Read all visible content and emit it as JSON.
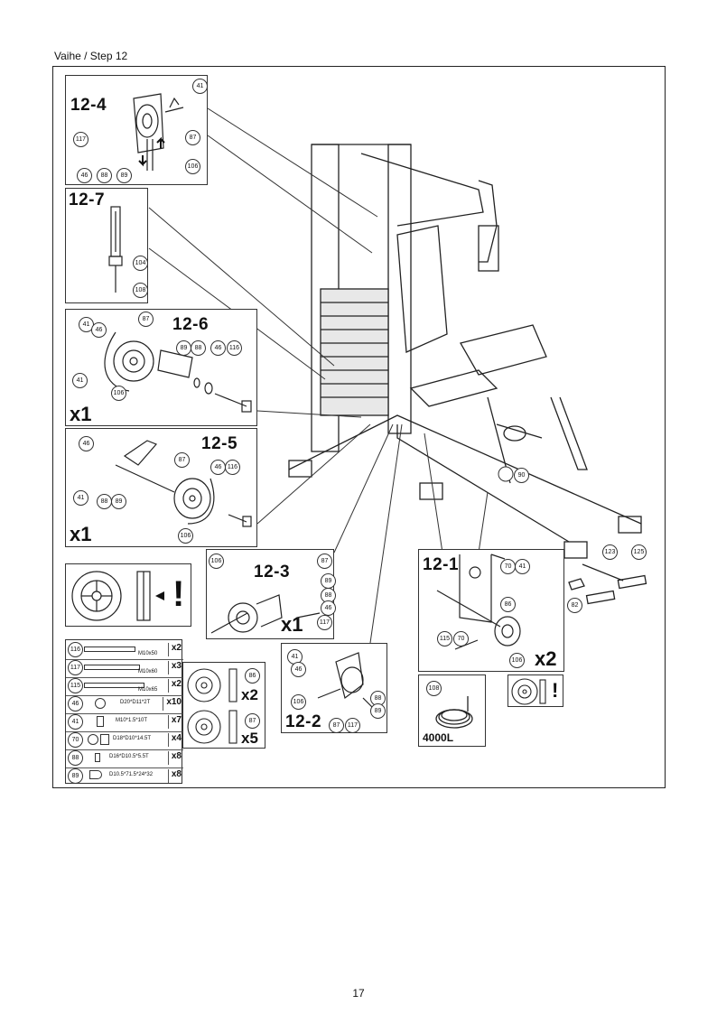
{
  "header": {
    "step_title": "Vaihe / Step 12"
  },
  "panels": {
    "p12_4": {
      "label": "12-4",
      "callouts": [
        "41",
        "117",
        "87",
        "46",
        "88",
        "89",
        "106"
      ]
    },
    "p12_7": {
      "label": "12-7",
      "callouts": [
        "104",
        "108"
      ]
    },
    "p12_6": {
      "label": "12-6",
      "multiplier": "x1",
      "callouts": [
        "41",
        "87",
        "46",
        "88",
        "89",
        "46",
        "116",
        "106"
      ]
    },
    "p12_5": {
      "label": "12-5",
      "multiplier": "x1",
      "callouts": [
        "46",
        "41",
        "88",
        "89",
        "87",
        "46",
        "116",
        "106"
      ]
    },
    "p12_3": {
      "label": "12-3",
      "multiplier": "x1",
      "callouts": [
        "106",
        "87",
        "89",
        "88",
        "46",
        "117"
      ]
    },
    "p12_2": {
      "label": "12-2",
      "callouts": [
        "41",
        "46",
        "106",
        "88",
        "89",
        "87",
        "117"
      ]
    },
    "p12_1": {
      "label": "12-1",
      "multiplier": "x2",
      "callouts": [
        "70",
        "41",
        "86",
        "115",
        "70",
        "106"
      ]
    },
    "cable": {
      "callout": "108",
      "length": "4000L"
    },
    "pulley_x2": {
      "callout": "86",
      "multiplier": "x2"
    },
    "pulley_x5": {
      "callout": "87",
      "multiplier": "x5"
    },
    "machine": {
      "callouts": [
        "90",
        "123",
        "125",
        "82"
      ]
    }
  },
  "parts_list": [
    {
      "number": "116",
      "spec": "M10x50",
      "qty": "x2"
    },
    {
      "number": "117",
      "spec": "M10x60",
      "qty": "x3"
    },
    {
      "number": "115",
      "spec": "M10x65",
      "qty": "x2"
    },
    {
      "number": "46",
      "spec": "D20*D11*2T",
      "qty": "x10"
    },
    {
      "number": "41",
      "spec": "M10*1.5*10T",
      "qty": "x7"
    },
    {
      "number": "70",
      "spec": "D18*D10*14.5T",
      "qty": "x4"
    },
    {
      "number": "88",
      "spec": "D16*D10.5*5.5T",
      "qty": "x8"
    },
    {
      "number": "89",
      "spec": "D10.5*71.5*24*32",
      "qty": "x8"
    }
  ],
  "footer": {
    "page_number": "17"
  }
}
